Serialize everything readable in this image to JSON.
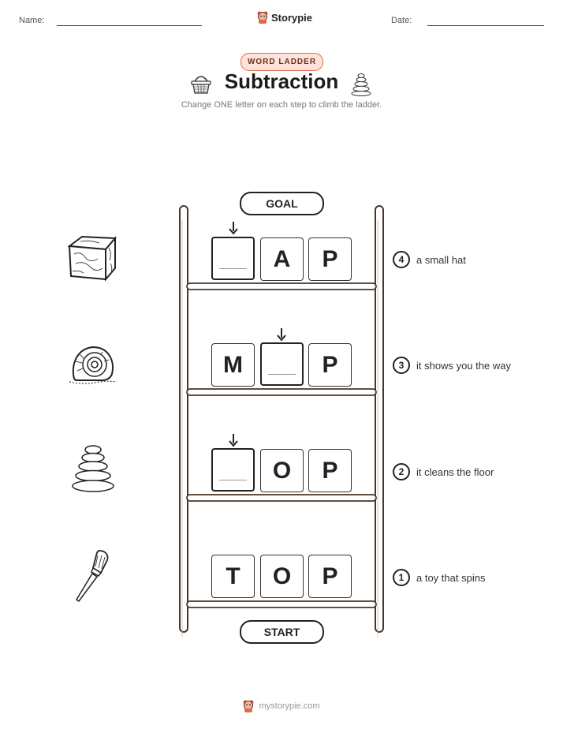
{
  "header": {
    "name_label": "Name:",
    "date_label": "Date:",
    "brand": "Storypie"
  },
  "badge": "WORD LADDER",
  "title": "Subtraction",
  "subtitle": "Change ONE letter on each step to climb the ladder.",
  "goal_label": "GOAL",
  "start_label": "START",
  "rows": [
    {
      "step": "4",
      "clue": "a small hat",
      "letters": [
        "",
        "A",
        "P"
      ],
      "picture": "cube-icon"
    },
    {
      "step": "3",
      "clue": "it shows you the way",
      "letters": [
        "M",
        "",
        "P"
      ],
      "picture": "snail-shell-icon"
    },
    {
      "step": "2",
      "clue": "it cleans the floor",
      "letters": [
        "",
        "O",
        "P"
      ],
      "picture": "stone-stack-icon"
    },
    {
      "step": "1",
      "clue": "a toy that spins",
      "letters": [
        "T",
        "O",
        "P"
      ],
      "picture": "screwdriver-icon"
    }
  ],
  "footer": "mystorypie.com"
}
